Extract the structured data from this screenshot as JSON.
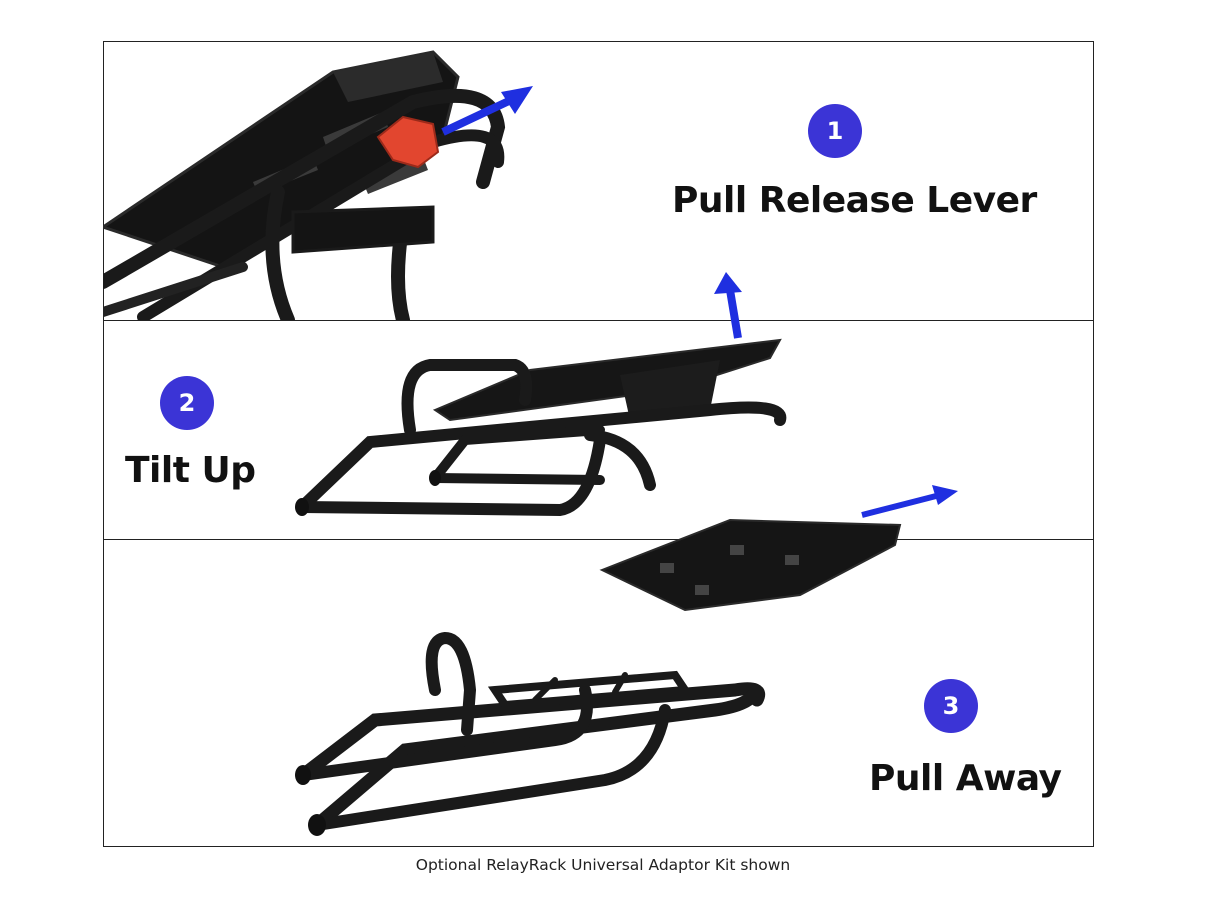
{
  "steps": [
    {
      "number": "1",
      "title": "Pull Release Lever"
    },
    {
      "number": "2",
      "title": "Tilt Up"
    },
    {
      "number": "3",
      "title": "Pull Away"
    }
  ],
  "caption": "Optional RelayRack Universal Adaptor Kit shown",
  "colors": {
    "badge": "#3b34d6",
    "arrow": "#1f2fe0",
    "lever": "#e2462f",
    "rack": "#1a1a1a"
  },
  "icons": [
    "release-arrow-icon",
    "tilt-arrow-icon",
    "pull-arrow-icon"
  ]
}
